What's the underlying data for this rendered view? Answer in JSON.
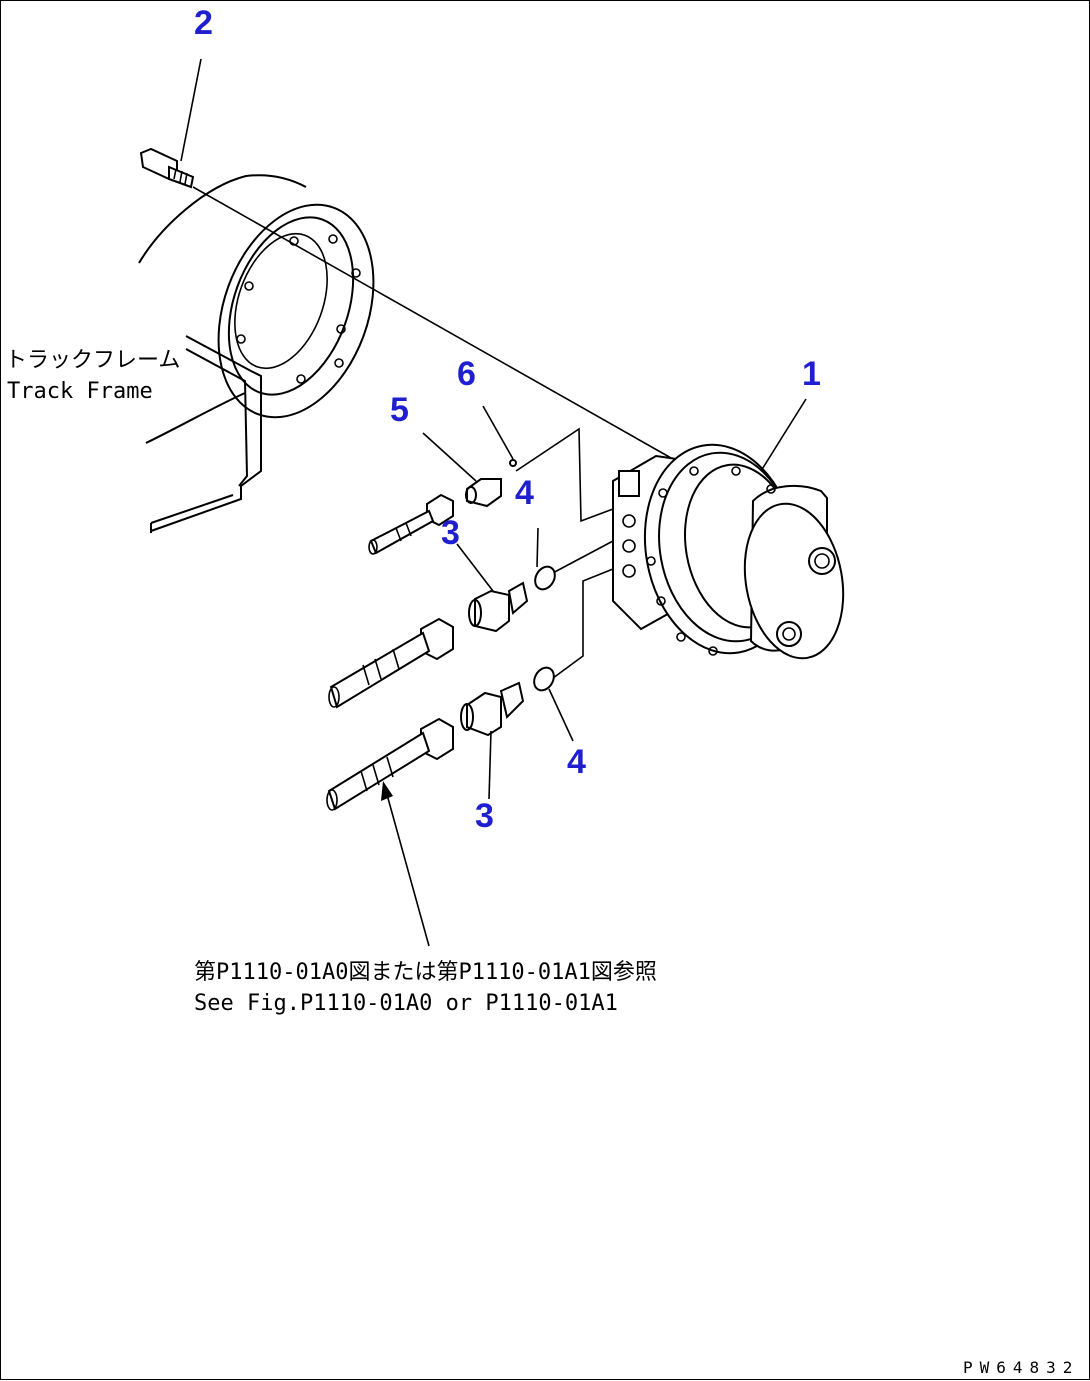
{
  "labels": {
    "track_frame_jp": "トラックフレーム",
    "track_frame_en": "Track Frame",
    "ref_jp": "第P1110-01A0図または第P1110-01A1図参照",
    "ref_en": "See Fig.P1110-01A0 or P1110-01A1",
    "drawing_id": "PW64832"
  },
  "callouts": {
    "c1": "1",
    "c2": "2",
    "c3a": "3",
    "c3b": "3",
    "c4a": "4",
    "c4b": "4",
    "c5": "5",
    "c6": "6"
  },
  "colors": {
    "callout": "#1f1fd0",
    "line": "#000000",
    "background": "#ffffff"
  }
}
